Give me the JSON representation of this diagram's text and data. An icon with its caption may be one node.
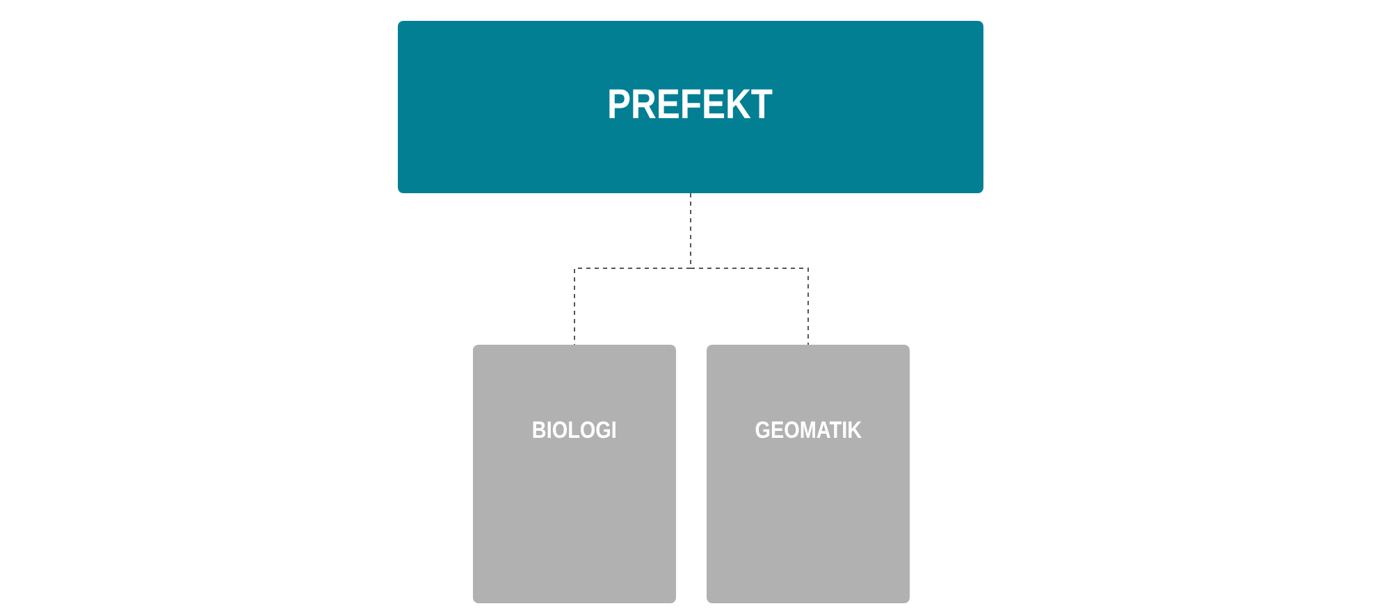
{
  "diagram": {
    "nodes": [
      {
        "text": [
          "PREFEKT"
        ]
      },
      {
        "text": [
          "BIOLOGI"
        ]
      },
      {
        "text": [
          "GEOMATIK"
        ]
      }
    ],
    "edges": [
      {
        "from": 0,
        "to": 1,
        "arrow": "none",
        "style": "dashed"
      },
      {
        "from": 0,
        "to": 2,
        "arrow": "none",
        "style": "dashed"
      }
    ]
  }
}
